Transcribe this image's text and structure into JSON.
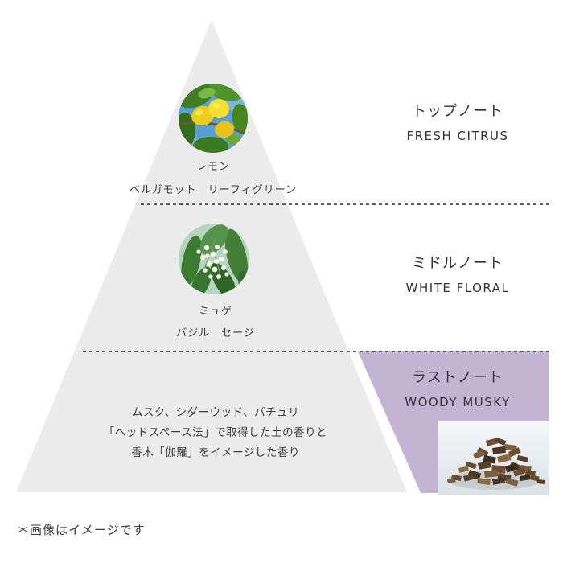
{
  "page": {
    "background": "#ffffff",
    "text_color": "#3a3a3a",
    "footnote": "＊画像はイメージです"
  },
  "pyramid": {
    "fill_color": "#ececec",
    "accent_color": "#c5b3d4",
    "divider_color": "#5d5d5d",
    "sections": [
      {
        "id": "top-note",
        "label_jp": "トップノート",
        "label_en": "FRESH CITRUS",
        "image": "lemon-photo",
        "main_note": "レモン",
        "sub_notes": "ベルガモット　リーフィグリーン"
      },
      {
        "id": "middle-note",
        "label_jp": "ミドルノート",
        "label_en": "WHITE FLORAL",
        "image": "muguet-photo",
        "main_note": "ミュゲ",
        "sub_notes": "バジル　セージ"
      },
      {
        "id": "last-note",
        "label_jp": "ラストノート",
        "label_en": "WOODY MUSKY",
        "image": "woodchips-photo",
        "description_lines": [
          "ムスク、シダーウッド、パチュリ",
          "「ヘッドスペース法」で取得した土の香りと",
          "香木「伽羅」をイメージした香り"
        ]
      }
    ]
  }
}
